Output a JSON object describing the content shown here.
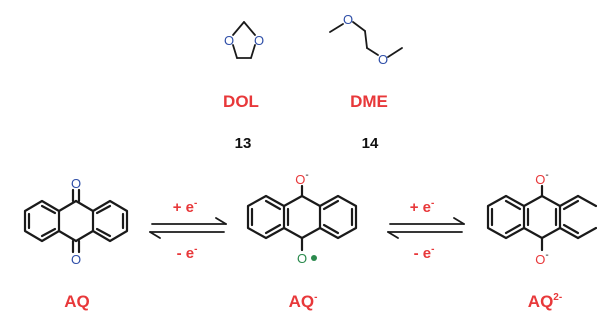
{
  "colors": {
    "red": "#e8383a",
    "oxygen_blue": "#2f4fa8",
    "oxygen_green": "#2b8a4d",
    "bond": "#1a1a1a"
  },
  "atoms": {
    "oxygen": "O",
    "oxygen_minus": "-"
  },
  "top_molecules": [
    {
      "name": "DOL",
      "number": "13"
    },
    {
      "name": "DME",
      "number": "14"
    }
  ],
  "equilibria": [
    {
      "forward": "+ e",
      "forward_sup": "-",
      "reverse": "- e",
      "reverse_sup": "-"
    },
    {
      "forward": "+ e",
      "forward_sup": "-",
      "reverse": "- e",
      "reverse_sup": "-"
    }
  ],
  "species": [
    {
      "label": "AQ",
      "charge": ""
    },
    {
      "label": "AQ",
      "charge": "-"
    },
    {
      "label": "AQ",
      "charge": "2-"
    }
  ]
}
